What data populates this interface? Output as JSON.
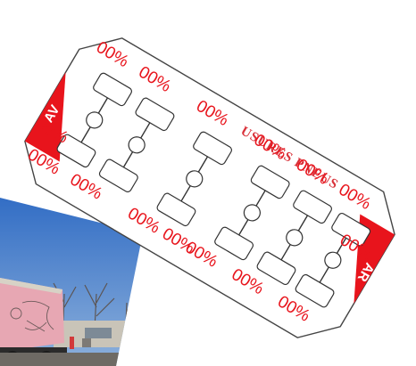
{
  "sheet": {
    "title": "USURES PNEUS",
    "front_label": "AV",
    "rear_label": "AR",
    "accent_color": "#e8141c",
    "tyre_wear": [
      "00%",
      "00%",
      "00%",
      "00%",
      "00%",
      "00%",
      "00%",
      "00%",
      "00%",
      "00%",
      "00%",
      "00%",
      "00%",
      "00%",
      "00%"
    ]
  },
  "photo": {
    "subject": "truck-photo"
  }
}
